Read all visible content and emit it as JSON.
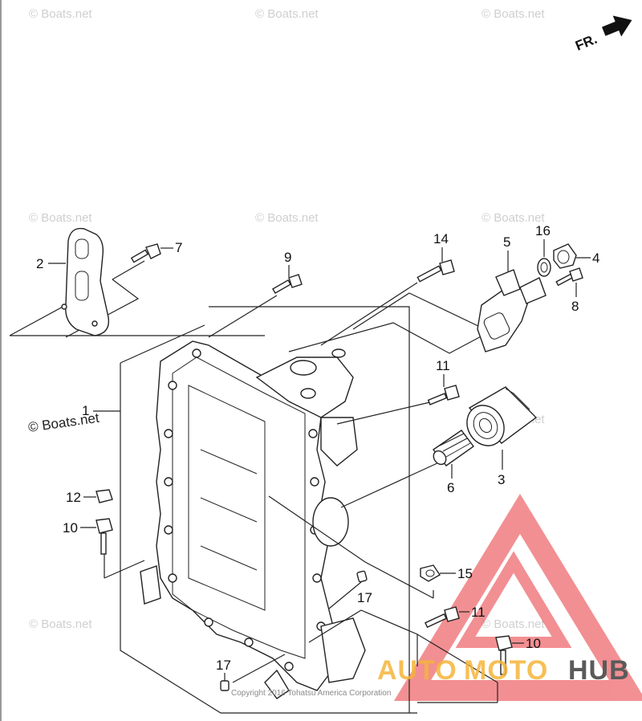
{
  "diagram": {
    "direction_marker": "FR.",
    "labels": {
      "p1": "1",
      "p2": "2",
      "p3": "3",
      "p4": "4",
      "p5": "5",
      "p6": "6",
      "p7": "7",
      "p8": "8",
      "p9": "9",
      "p10a": "10",
      "p10b": "10",
      "p11a": "11",
      "p11b": "11",
      "p12": "12",
      "p14": "14",
      "p15": "15",
      "p16": "16",
      "p17a": "17",
      "p17b": "17"
    },
    "copyright": "Copyright 2016 Tohatsu America Corporation"
  },
  "watermarks": {
    "text": "© Boats.net"
  },
  "brand": {
    "auto": "AUTO",
    "moto": "MOTO",
    "hub": "HUB",
    "colors": {
      "auto": "#f5b53a",
      "moto": "#f5b53a",
      "hub": "#5a5a5a",
      "logo_red": "#e8343a"
    }
  }
}
